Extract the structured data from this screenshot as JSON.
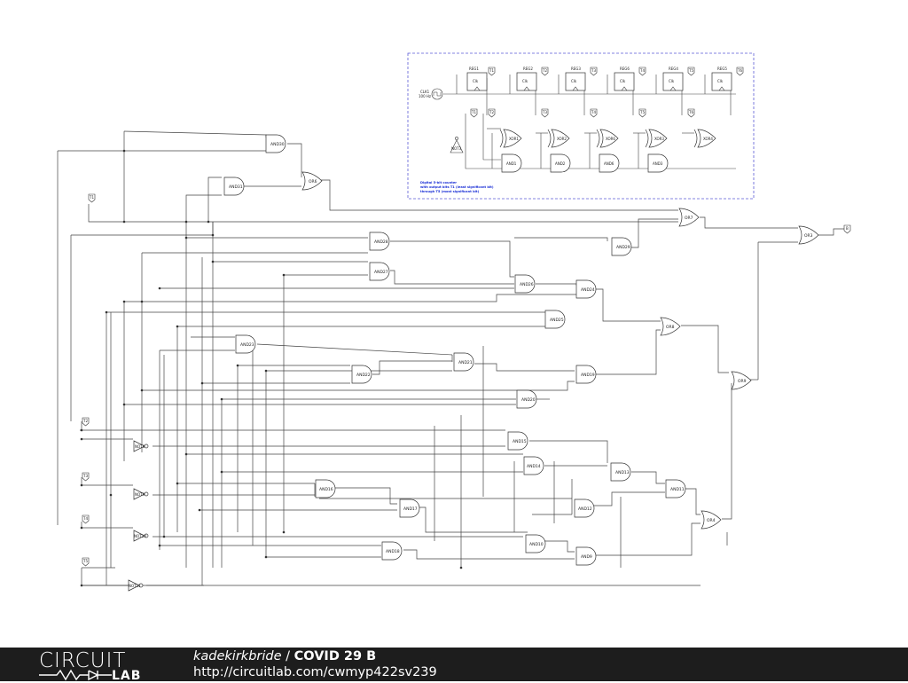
{
  "diagram": {
    "note_lines": [
      "Digital 5-bit counter",
      "with output bits T1 (least significant bit)",
      "through T5 (most significant bit)"
    ],
    "clock_label": "CLK1",
    "clock_freq": "100 Hz",
    "registers": [
      "REG1",
      "REG2",
      "REG3",
      "REG6",
      "REG4",
      "REG5"
    ],
    "reg_clk": "Clk",
    "reg_outputs": [
      "T1",
      "T2",
      "T3",
      "T4",
      "T5",
      "T6"
    ],
    "xor_gates": [
      "XOR1",
      "XOR2",
      "XOR6",
      "XOR3",
      "XOR4"
    ],
    "top_and_gates": [
      "AND1",
      "AND2",
      "AND6",
      "AND3"
    ],
    "top_not": "NOT3",
    "top_taps": [
      "T1",
      "T2",
      "T3",
      "T4",
      "T5",
      "T6"
    ],
    "and_gates": [
      "AND30",
      "AND31",
      "AND28",
      "AND27",
      "AND29",
      "AND26",
      "AND24",
      "AND25",
      "AND23",
      "AND22",
      "AND21",
      "AND19",
      "AND20",
      "AND15",
      "AND14",
      "AND13",
      "AND16",
      "AND17",
      "AND11",
      "AND12",
      "AND10",
      "AND18",
      "AND9"
    ],
    "or_gates": [
      "OR6",
      "OR7",
      "OR3",
      "OR8",
      "OR9",
      "OR4"
    ],
    "not_gates": [
      "NOT8",
      "NOT9",
      "NOT10",
      "NOT11"
    ],
    "input_labels": [
      "T1",
      "T2",
      "T3",
      "T4",
      "T5"
    ],
    "output_label": "B"
  },
  "footer": {
    "logo_top": "CIRCUIT",
    "logo_bottom": "LAB",
    "author": "kadekirkbride",
    "separator": " / ",
    "title": "COVID 29 B",
    "url": "http://circuitlab.com/cwmyp422sv239"
  }
}
